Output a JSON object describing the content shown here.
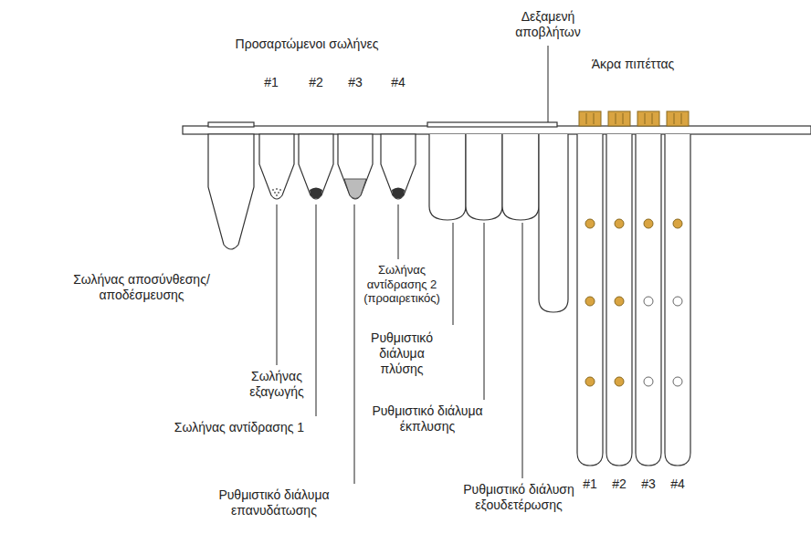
{
  "diagram": {
    "labels": [
      "Προσαρτώμενοι σωλήνες",
      "Δεξαμενή αποβλήτων",
      "Άκρα πιπέττας",
      "#1",
      "#2",
      "#3",
      "#4",
      "Σωλήνας αποσύνθεσης/αποδέσμευσης",
      "Σωλήνας αντίδρασης 2 (προαιρετικός)",
      "Ρυθμιστικό διάλυμα πλύσης",
      "Σωλήνας εξαγωγής",
      "Ρυθμιστικό διάλυμα έκπλυσης",
      "Σωλήνας αντίδρασης 1",
      "Ρυθμιστικό διάλυμα επανυδάτωσης",
      "Ρυθμιστικό διάλυση εξουδετέρωσης",
      "#1",
      "#2",
      "#3",
      "#4"
    ]
  }
}
